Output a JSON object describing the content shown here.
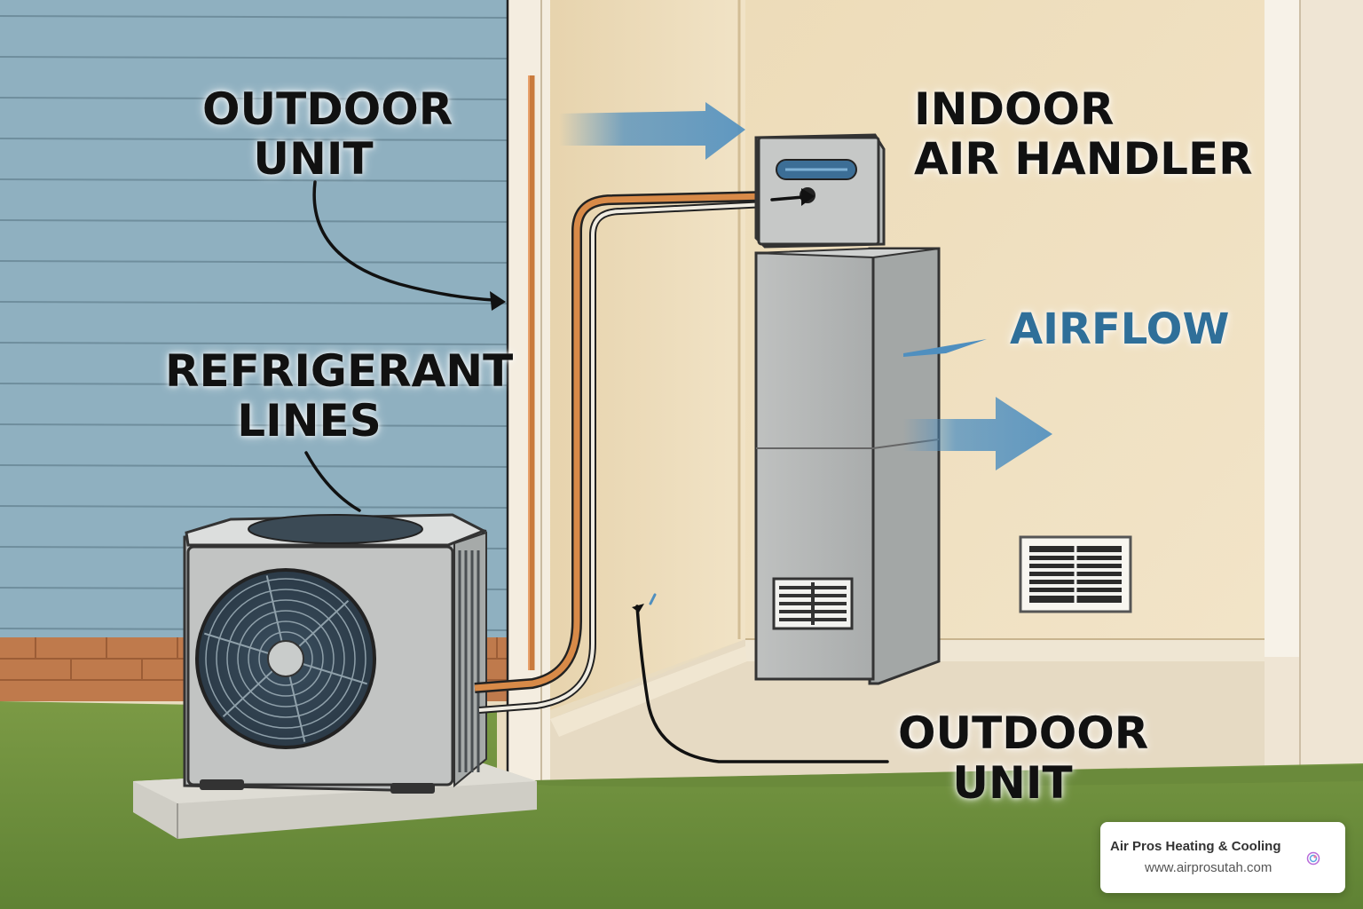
{
  "labels": {
    "outdoor_unit_top": [
      "OUTDOOR",
      "UNIT"
    ],
    "refrigerant_lines": [
      "REFRIGERANT",
      "LINES"
    ],
    "indoor_air_handler": [
      "INDOOR",
      "AIR HANDLER"
    ],
    "airflow": "AIRFLOW",
    "outdoor_unit_bottom": [
      "OUTDOOR",
      "UNIT"
    ]
  },
  "brand": {
    "name": "Air Pros Heating & Cooling",
    "url": "www.airprosutah.com"
  },
  "colors": {
    "siding": "#8fb0c0",
    "interior_wall": "#ecdcbc",
    "grass": "#6f8f3c",
    "copper_line": "#c97a3c",
    "airflow_blue": "#4f8fbf",
    "unit_gray": "#b9bcbc"
  }
}
